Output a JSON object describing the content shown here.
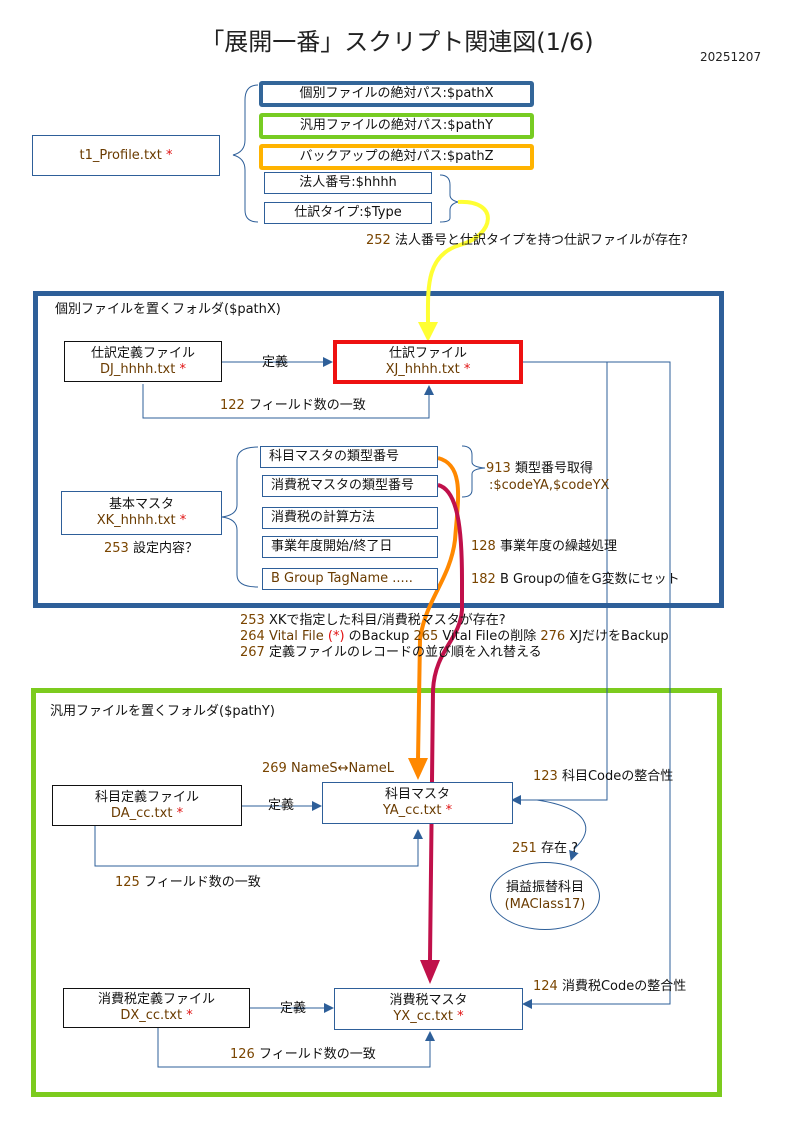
{
  "header": {
    "title": "「展開一番」スクリプト関連図(1/6)",
    "date": "20251207"
  },
  "profile": {
    "file": "t1_Profile.txt",
    "star": "*",
    "items": [
      {
        "label": "個別ファイルの絶対パス:$pathX",
        "color": "#336699"
      },
      {
        "label": "汎用ファイルの絶対パス:$pathY",
        "color": "#77cc22"
      },
      {
        "label": "バックアップの絶対パス:$pathZ",
        "color": "#ffb300"
      },
      {
        "label": "法人番号:$hhhh"
      },
      {
        "label": "仕訳タイプ:$Type"
      }
    ],
    "check_252": {
      "num": "252",
      "text": " 法人番号と仕訳タイプを持つ仕訳ファイルが存在?"
    }
  },
  "folder_x": {
    "title": "個別ファイルを置くフォルダ($pathX)",
    "color": "#2e5f99",
    "dj": {
      "name": "仕訳定義ファイル",
      "file": "DJ_hhhh.txt",
      "star": "*"
    },
    "xj": {
      "name": "仕訳ファイル",
      "file": "XJ_hhhh.txt",
      "star": "*"
    },
    "define_label": "定義",
    "check_122": {
      "num": "122",
      "text": " フィールド数の一致"
    },
    "xk": {
      "name": "基本マスタ",
      "file": "XK_hhhh.txt",
      "star": "*"
    },
    "check_253a": {
      "num": "253",
      "text": " 設定内容？"
    },
    "xk_items": [
      "科目マスタの類型番号",
      "消費税マスタの類型番号",
      "消費税の計算方法",
      "事業年度開始/終了日",
      "B Group TagName ....."
    ],
    "check_913": {
      "num": "913",
      "text": " 類型番号取得",
      "vars": ":$codeYA,$codeYX"
    },
    "check_128": {
      "num": "128",
      "text": " 事業年度の繰越処理"
    },
    "check_182": {
      "num": "182",
      "text": "  B Groupの値をG変数にセット"
    }
  },
  "notes": [
    {
      "num": "253",
      "text": " XKで指定した科目/消費税マスタが存在?"
    },
    {
      "num": "264",
      "text": " Vital File ",
      "red": "(*)",
      "text2": " のBackup ",
      "num2": "265",
      "text3": " Vital Fileの削除  ",
      "num3": "276",
      "text4": " XJだけをBackup"
    },
    {
      "num": "267",
      "text": " 定義ファイルのレコードの並び順を入れ替える"
    }
  ],
  "folder_y": {
    "title": "汎用ファイルを置くフォルダ($pathY)",
    "color": "#7ccb1e",
    "check_269": {
      "num": "269",
      "text": " NameS↔NameL"
    },
    "da": {
      "name": "科目定義ファイル",
      "file": "DA_cc.txt",
      "star": "*"
    },
    "ya": {
      "name": "科目マスタ",
      "file": "YA_cc.txt",
      "star": "*"
    },
    "define_label": "定義",
    "check_123": {
      "num": "123",
      "text": " 科目Codeの整合性"
    },
    "check_125": {
      "num": "125",
      "text": " フィールド数の一致"
    },
    "check_251": {
      "num": "251",
      "text": " 存在 ?"
    },
    "pl": {
      "name": "損益振替科目",
      "sub": "(MAClass17)"
    },
    "dx": {
      "name": "消費税定義ファイル",
      "file": "DX_cc.txt",
      "star": "*"
    },
    "yx": {
      "name": "消費税マスタ",
      "file": "YX_cc.txt",
      "star": "*"
    },
    "check_124": {
      "num": "124",
      "text": " 消費税Codeの整合性"
    },
    "check_126": {
      "num": "126",
      "text": " フィールド数の一致"
    }
  },
  "colors": {
    "connector": "#2e5f99",
    "yellow_arrow": "#ffff33",
    "orange_arrow": "#ff8800",
    "crimson_arrow": "#c0104a",
    "xj_border": "#ee1111"
  }
}
